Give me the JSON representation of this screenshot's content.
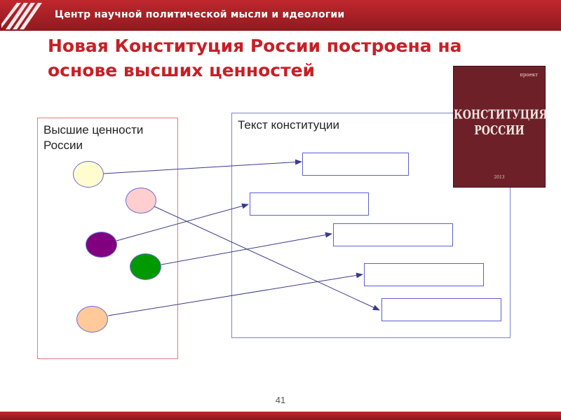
{
  "header": {
    "title": "Центр научной политической мысли и идеологии",
    "logo": "stripes-logo-icon",
    "color": "#b3252a"
  },
  "slide": {
    "title": "Новая Конституция России построена на основе высших ценностей",
    "page_number": "41"
  },
  "values_box": {
    "label": "Высшие ценности России",
    "circles": [
      {
        "color": "#fffdd0"
      },
      {
        "color": "#ffcfcf"
      },
      {
        "color": "#800080"
      },
      {
        "color": "#009900"
      },
      {
        "color": "#ffc999"
      }
    ]
  },
  "text_box": {
    "label": "Текст конституции",
    "slots": [
      "",
      "",
      "",
      "",
      ""
    ]
  },
  "connections": [
    {
      "from": 0,
      "to": 0
    },
    {
      "from": 1,
      "to": 4
    },
    {
      "from": 2,
      "to": 1
    },
    {
      "from": 3,
      "to": 2
    },
    {
      "from": 4,
      "to": 3
    }
  ],
  "book": {
    "label_project": "проект",
    "title": "КОНСТИТУЦИЯ РОССИИ",
    "year": "2013",
    "color": "#6e2029"
  }
}
